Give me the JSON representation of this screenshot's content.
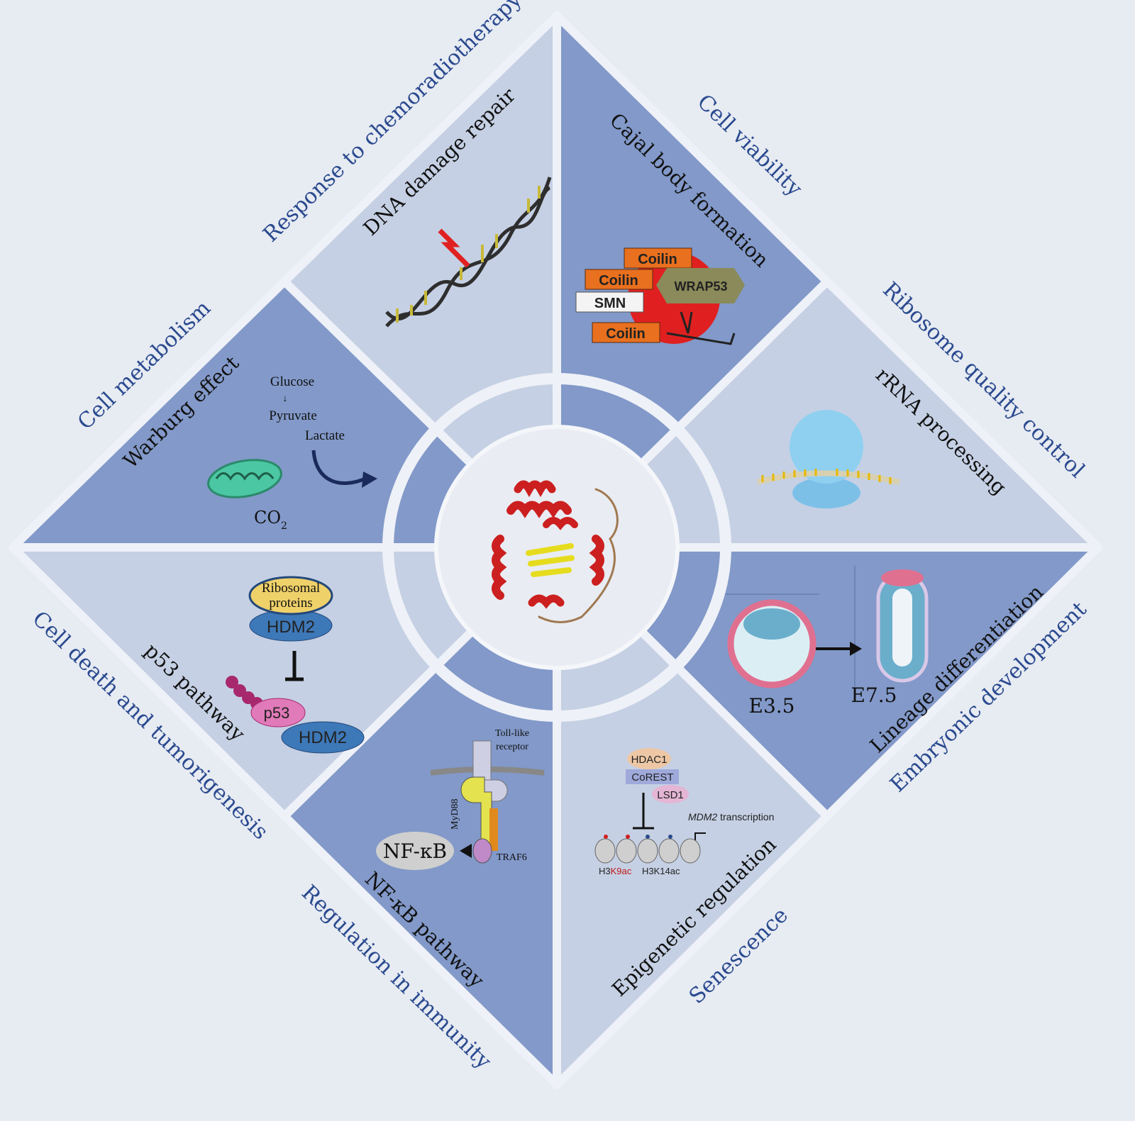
{
  "colors": {
    "background": "#e7ebf2",
    "dark_segment": "#8299c9",
    "light_segment": "#c5d0e4",
    "label": "#2a4a8f"
  },
  "outer_labels": {
    "chemoradiotherapy": "Response to chemoradiotherapy",
    "metabolism": "Cell metabolism",
    "viability": "Cell viability",
    "ribosome": "Ribosome quality control",
    "embryonic": "Embryonic development",
    "senescence": "Senescence",
    "death": "Cell death and tumorigenesis",
    "immunity": "Regulation in immunity"
  },
  "segments": {
    "dna": {
      "title": "DNA damage repair"
    },
    "warburg": {
      "title": "Warburg effect",
      "glucose": "Glucose",
      "arrow": "↓",
      "pyruvate": "Pyruvate",
      "lactate": "Lactate",
      "co2": "CO",
      "co2_sub": "2"
    },
    "cajal": {
      "title": "Cajal body formation",
      "coilin": "Coilin",
      "smn": "SMN",
      "wrap53": "WRAP53"
    },
    "rrna": {
      "title": "rRNA processing"
    },
    "lineage": {
      "title": "Lineage differentiation",
      "e35": "E3.5",
      "e75": "E7.5"
    },
    "epigenetic": {
      "title": "Epigenetic regulation",
      "hdac1": "HDAC1",
      "corest": "CoREST",
      "lsd1": "LSD1",
      "mdm2": "MDM2",
      "transcription": " transcription",
      "h3": "H3",
      "k9ac": "K9ac",
      "h3k14ac": "H3K14ac"
    },
    "nfkb": {
      "title": "NF-κB pathway",
      "tlr1": "Toll-like",
      "tlr2": "receptor",
      "myd88": "MyD88",
      "traf6": "TRAF6",
      "nfkb": "NF-κB"
    },
    "p53": {
      "title": "p53 pathway",
      "rp1": "Ribosomal",
      "rp2": "proteins",
      "hdm2": "HDM2",
      "p53": "p53"
    }
  }
}
